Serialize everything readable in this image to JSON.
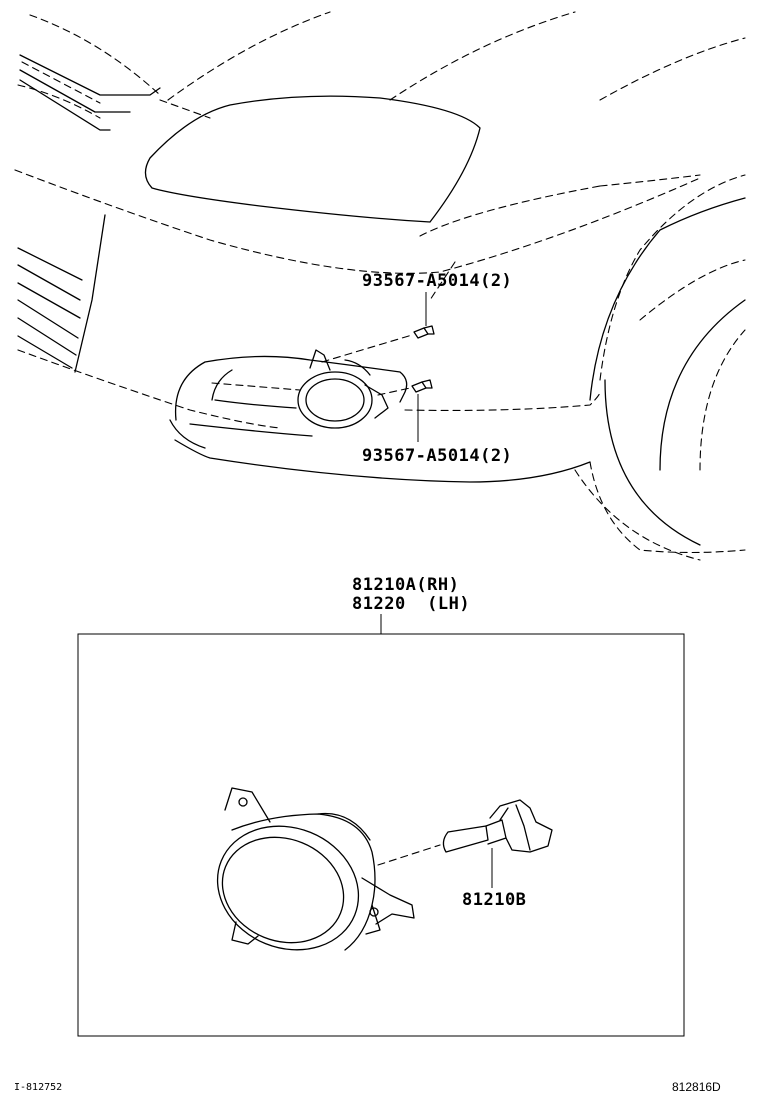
{
  "labels": {
    "screw_upper": "93567-A5014(2)",
    "screw_lower": "93567-A5014(2)",
    "lamp_rh": "81210A(RH)",
    "lamp_lh": "81220  (LH)",
    "bulb": "81210B"
  },
  "footer": {
    "left_code": "I-812752",
    "right_code": "812816D"
  }
}
